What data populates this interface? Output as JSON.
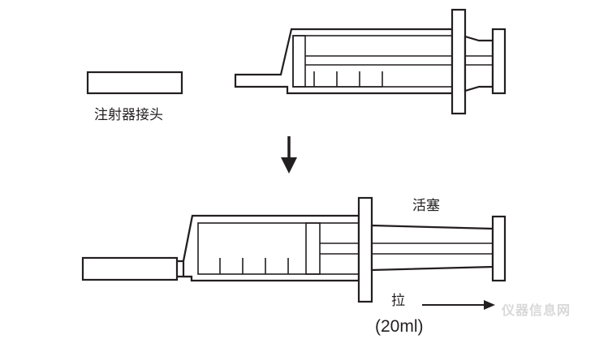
{
  "labels": {
    "connector": "注射器接头",
    "plunger": "活塞",
    "pull": "拉",
    "volume": "(20ml)"
  },
  "watermark": "仪器信息网",
  "colors": {
    "stroke": "#231f20",
    "background": "#ffffff",
    "watermark": "#d8d8d8"
  }
}
